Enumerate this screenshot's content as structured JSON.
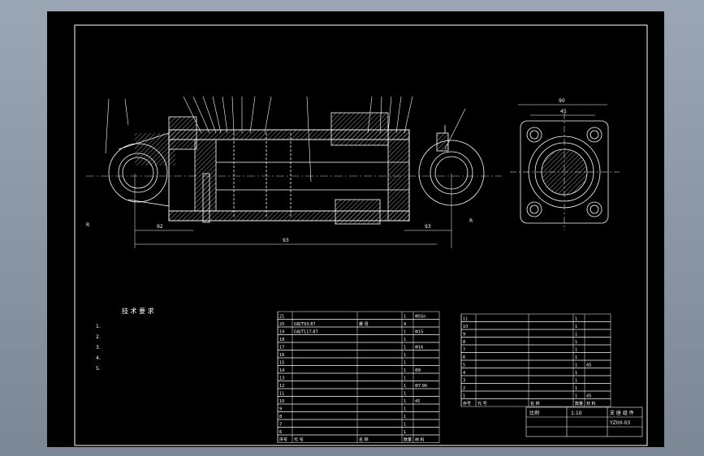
{
  "drawing": {
    "notes_title": "技 术 要 求",
    "notes": [
      "1.",
      "2.",
      "3.",
      "4.",
      "5."
    ],
    "dimensions": {
      "overall_length": "93",
      "left_span": "92",
      "right_span": "93",
      "flange_width": "90",
      "flange_inner": "45",
      "left_radius": "R",
      "right_radius": "R"
    },
    "title_block": {
      "scale_label": "比例",
      "scale_value": "1:10",
      "drawing_no": "YZ00-03",
      "part_title": "支 座 组 件"
    },
    "bom_left": [
      {
        "no": "21",
        "code": "",
        "name": "",
        "qty": "1",
        "mat": "Φ55n"
      },
      {
        "no": "20",
        "code": "GB/T93-87",
        "name": "螺 母",
        "qty": "4",
        "mat": ""
      },
      {
        "no": "19",
        "code": "GB/T117-87",
        "name": "",
        "qty": "1",
        "mat": "Φ15"
      },
      {
        "no": "18",
        "code": "",
        "name": "",
        "qty": "1",
        "mat": ""
      },
      {
        "no": "17",
        "code": "",
        "name": "",
        "qty": "1",
        "mat": "Φ16"
      },
      {
        "no": "16",
        "code": "",
        "name": "",
        "qty": "1",
        "mat": ""
      },
      {
        "no": "15",
        "code": "",
        "name": "",
        "qty": "1",
        "mat": ""
      },
      {
        "no": "14",
        "code": "",
        "name": "",
        "qty": "1",
        "mat": "Φ9"
      },
      {
        "no": "13",
        "code": "",
        "name": "",
        "qty": "1",
        "mat": ""
      },
      {
        "no": "12",
        "code": "",
        "name": "",
        "qty": "1",
        "mat": "Φ7.90"
      },
      {
        "no": "11",
        "code": "",
        "name": "",
        "qty": "1",
        "mat": ""
      },
      {
        "no": "10",
        "code": "",
        "name": "",
        "qty": "1",
        "mat": "45"
      },
      {
        "no": "9",
        "code": "",
        "name": "",
        "qty": "1",
        "mat": ""
      },
      {
        "no": "8",
        "code": "",
        "name": "",
        "qty": "1",
        "mat": ""
      },
      {
        "no": "7",
        "code": "",
        "name": "",
        "qty": "1",
        "mat": ""
      },
      {
        "no": "6",
        "code": "",
        "name": "",
        "qty": "1",
        "mat": ""
      }
    ],
    "bom_right": [
      {
        "no": "11",
        "code": "",
        "name": "",
        "qty": "1",
        "mat": ""
      },
      {
        "no": "10",
        "code": "",
        "name": "",
        "qty": "1",
        "mat": ""
      },
      {
        "no": "9",
        "code": "",
        "name": "",
        "qty": "1",
        "mat": ""
      },
      {
        "no": "8",
        "code": "",
        "name": "",
        "qty": "1",
        "mat": ""
      },
      {
        "no": "7",
        "code": "",
        "name": "",
        "qty": "1",
        "mat": ""
      },
      {
        "no": "6",
        "code": "",
        "name": "",
        "qty": "1",
        "mat": ""
      },
      {
        "no": "5",
        "code": "",
        "name": "",
        "qty": "1",
        "mat": "45"
      },
      {
        "no": "4",
        "code": "",
        "name": "",
        "qty": "1",
        "mat": ""
      },
      {
        "no": "3",
        "code": "",
        "name": "",
        "qty": "1",
        "mat": ""
      },
      {
        "no": "2",
        "code": "",
        "name": "",
        "qty": "1",
        "mat": ""
      },
      {
        "no": "1",
        "code": "",
        "name": "",
        "qty": "1",
        "mat": "45"
      }
    ],
    "bom_header": {
      "no": "序号",
      "code": "代 号",
      "name": "名 称",
      "qty": "数量",
      "mat": "材 料"
    }
  }
}
